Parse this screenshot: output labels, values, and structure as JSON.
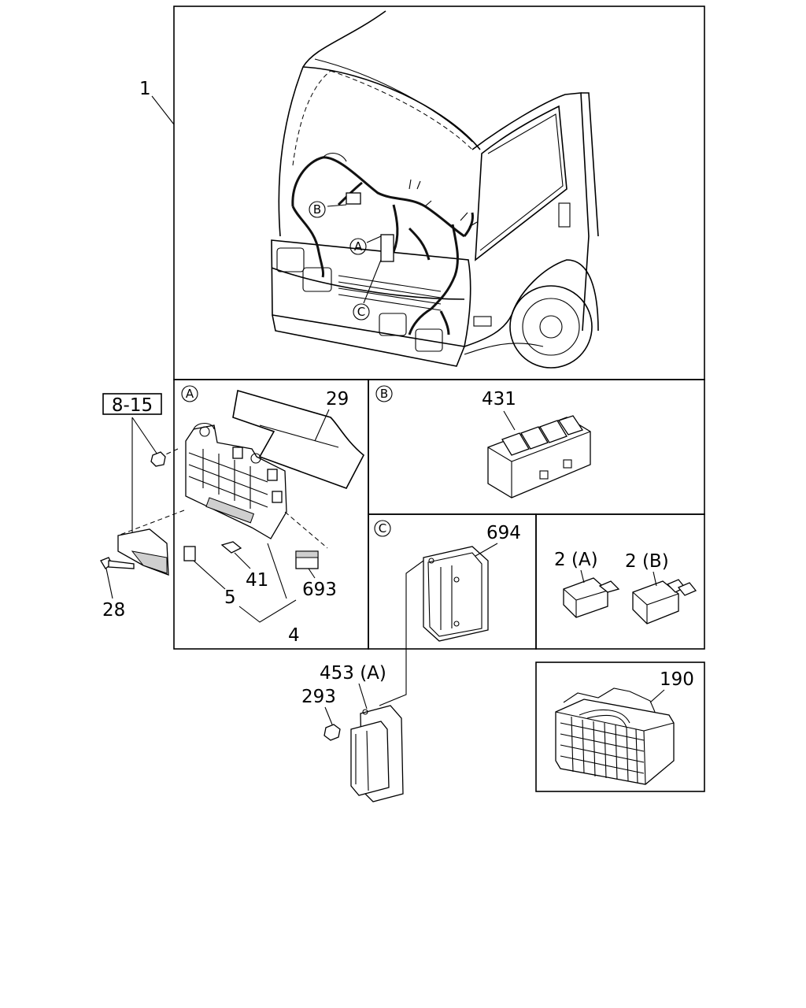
{
  "callouts": {
    "main_assembly": "1",
    "bracket_ref": "8-15",
    "bolt": "28",
    "cover": "29",
    "relay_431": "431",
    "module_694": "694",
    "relay_2a": "2 (A)",
    "relay_2b": "2 (B)",
    "fuse_5": "5",
    "fuse_41": "41",
    "relay_693": "693",
    "fuse_set_4": "4",
    "ecu_453a": "453 (A)",
    "nut_293": "293",
    "connector_190": "190"
  },
  "detail_markers": {
    "a": "A",
    "b": "B",
    "c": "C"
  }
}
